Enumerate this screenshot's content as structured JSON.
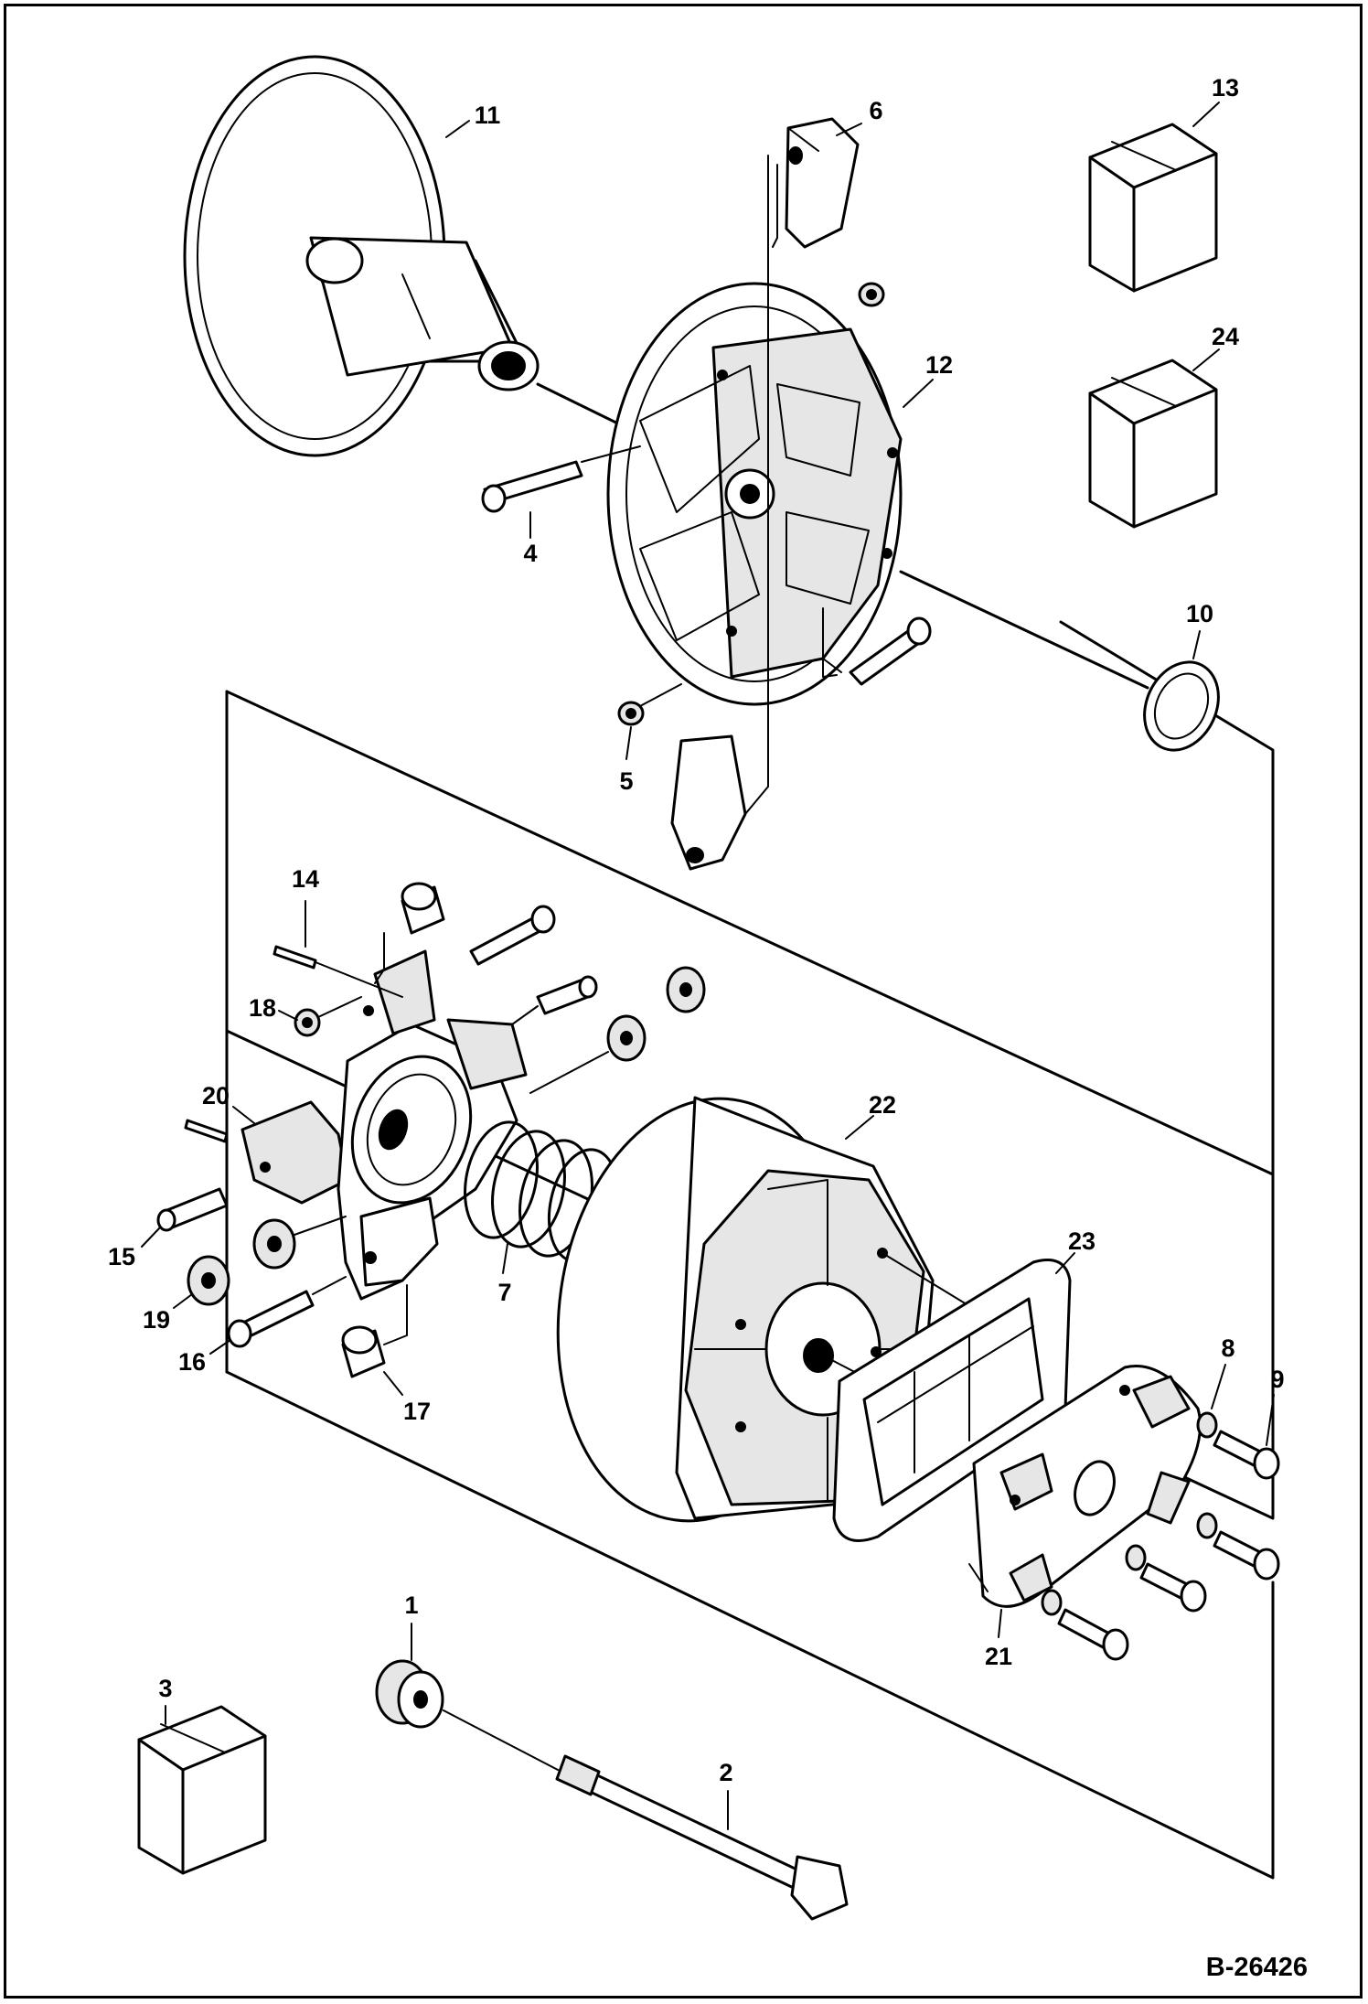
{
  "diagram": {
    "document_number": "B-26426",
    "callouts": {
      "c1": "1",
      "c2": "2",
      "c3": "3",
      "c4": "4",
      "c5": "5",
      "c6": "6",
      "c7": "7",
      "c8": "8",
      "c9": "9",
      "c10": "10",
      "c11": "11",
      "c12": "12",
      "c13": "13",
      "c14": "14",
      "c15": "15",
      "c16": "16",
      "c17": "17",
      "c18": "18",
      "c19": "19",
      "c20": "20",
      "c21": "21",
      "c22": "22",
      "c23": "23",
      "c24": "24"
    }
  }
}
